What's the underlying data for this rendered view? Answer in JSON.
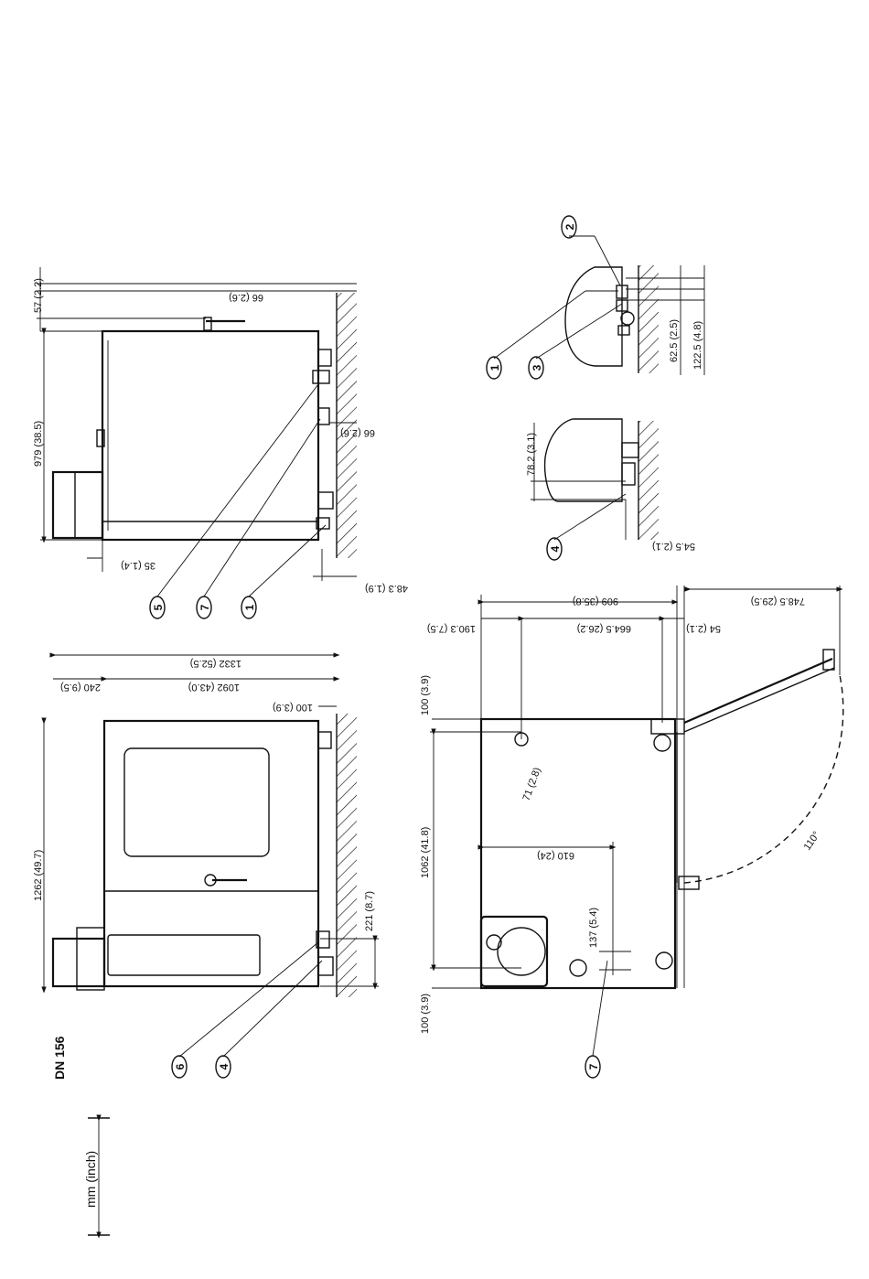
{
  "drawing": {
    "unit_label": "mm (inch)",
    "model_label": "DN 156",
    "angle_label": "110°"
  },
  "callouts": {
    "c1": "1",
    "c2": "2",
    "c3": "3",
    "c4": "4",
    "c5": "5",
    "c6": "6",
    "c7": "7"
  },
  "dimensions": {
    "d57": "57 (2.2)",
    "d979": "979 (38.5)",
    "d66top": "66 (2.6)",
    "d66mid": "66 (2.6)",
    "d35": "35 (1.4)",
    "d48": "48.3 (1.9)",
    "d1262": "1262 (49.7)",
    "d1332": "1332 (52.5)",
    "d1092": "1092 (43.0)",
    "d240": "240 (9.5)",
    "d100right": "100 (3.9)",
    "d221": "221 (8.7)",
    "d100top": "100 (3.9)",
    "d100bot": "100 (3.9)",
    "d1062": "1062 (41.8)",
    "d610": "610 (24)",
    "d137": "137 (5.4)",
    "d71": "71 (2.8)",
    "d909": "909 (35.8)",
    "d190": "190.3 (7.5)",
    "d664": "664.5 (26.2)",
    "d54": "54 (2.1)",
    "d748": "748.5 (29.5)",
    "d78": "78.2 (3.1)",
    "d545": "54.5 (2.1)",
    "d625": "62.5 (2.5)",
    "d1225": "122.5 (4.8)"
  }
}
